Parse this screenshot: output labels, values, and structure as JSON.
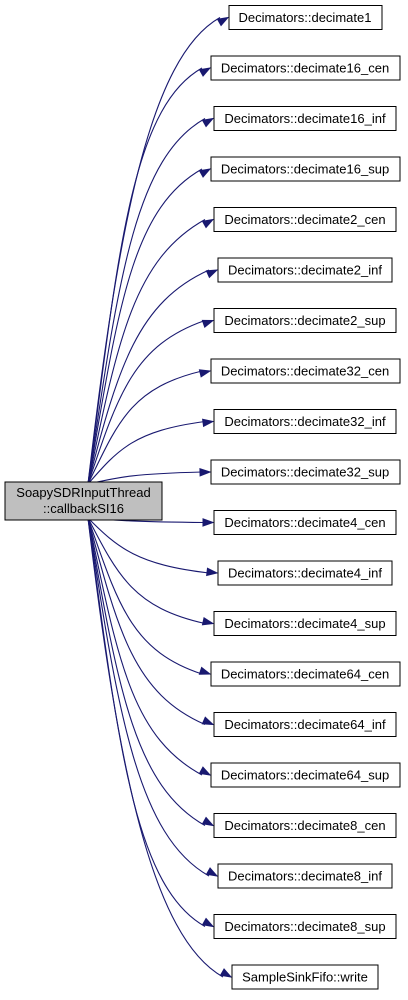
{
  "graph": {
    "source": {
      "line1": "SoapySDRInputThread",
      "line2": "::callbackSI16",
      "fill": "#bfbfbf"
    },
    "targets": [
      "Decimators::decimate1",
      "Decimators::decimate16_cen",
      "Decimators::decimate16_inf",
      "Decimators::decimate16_sup",
      "Decimators::decimate2_cen",
      "Decimators::decimate2_inf",
      "Decimators::decimate2_sup",
      "Decimators::decimate32_cen",
      "Decimators::decimate32_inf",
      "Decimators::decimate32_sup",
      "Decimators::decimate4_cen",
      "Decimators::decimate4_inf",
      "Decimators::decimate4_sup",
      "Decimators::decimate64_cen",
      "Decimators::decimate64_inf",
      "Decimators::decimate64_sup",
      "Decimators::decimate8_cen",
      "Decimators::decimate8_inf",
      "Decimators::decimate8_sup",
      "SampleSinkFifo::write"
    ],
    "colors": {
      "edge": "#191970",
      "node_border": "#000000",
      "node_fill": "#ffffff"
    }
  }
}
